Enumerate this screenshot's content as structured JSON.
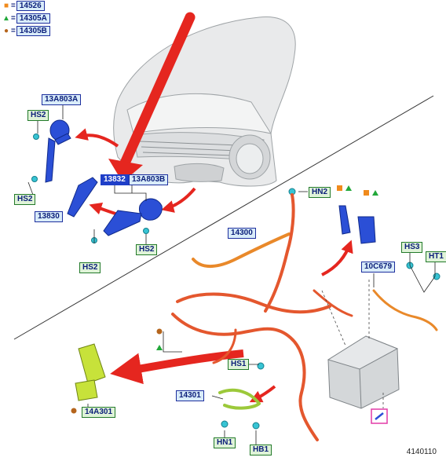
{
  "legend": [
    {
      "symbol_icon": "orange-square-icon",
      "symbol": "■",
      "color": "#f08a1c",
      "equals": "=",
      "key": "14526"
    },
    {
      "symbol_icon": "green-triangle-icon",
      "symbol": "▲",
      "color": "#22a83a",
      "equals": "=",
      "key": "14305A"
    },
    {
      "symbol_icon": "brown-circle-icon",
      "symbol": "●",
      "color": "#b5651d",
      "equals": "=",
      "key": "14305B"
    }
  ],
  "labels": {
    "horn_assembly": "13A803A",
    "horn_bracket_highlight": "13832",
    "horn_assembly_b": "13A803B",
    "screw_hs2_a": "HS2",
    "screw_hs2_b": "HS2",
    "screw_hs2_c": "HS2",
    "screw_hs2_d": "HS2",
    "bracket": "13830",
    "nut_hn2": "HN2",
    "harness_main": "14300",
    "battery_cable": "10C679",
    "screw_hs3": "HS3",
    "hold_ht1": "HT1",
    "screw_hs1": "HS1",
    "harness_sub": "14301",
    "nut_hn1": "HN1",
    "bolt_hb1": "HB1",
    "relay_box": "14A301"
  },
  "figure_number": "4140110",
  "colors": {
    "label_fill": "#d9ecf9",
    "label_border": "#1d2f9e",
    "label_text": "#0b1e7a",
    "highlight_fill": "#1f3fc8",
    "arrow_red": "#e5261f",
    "part_blue": "#2b4fd6",
    "harness_red": "#e4572e",
    "harness_orange": "#e9892a",
    "harness_green": "#9cc93a",
    "fastener_cyan": "#37c4d4",
    "module_yellow": "#c7e23a",
    "battery_gray": "#cfd2d4",
    "tool_magenta": "#e23aa7"
  }
}
